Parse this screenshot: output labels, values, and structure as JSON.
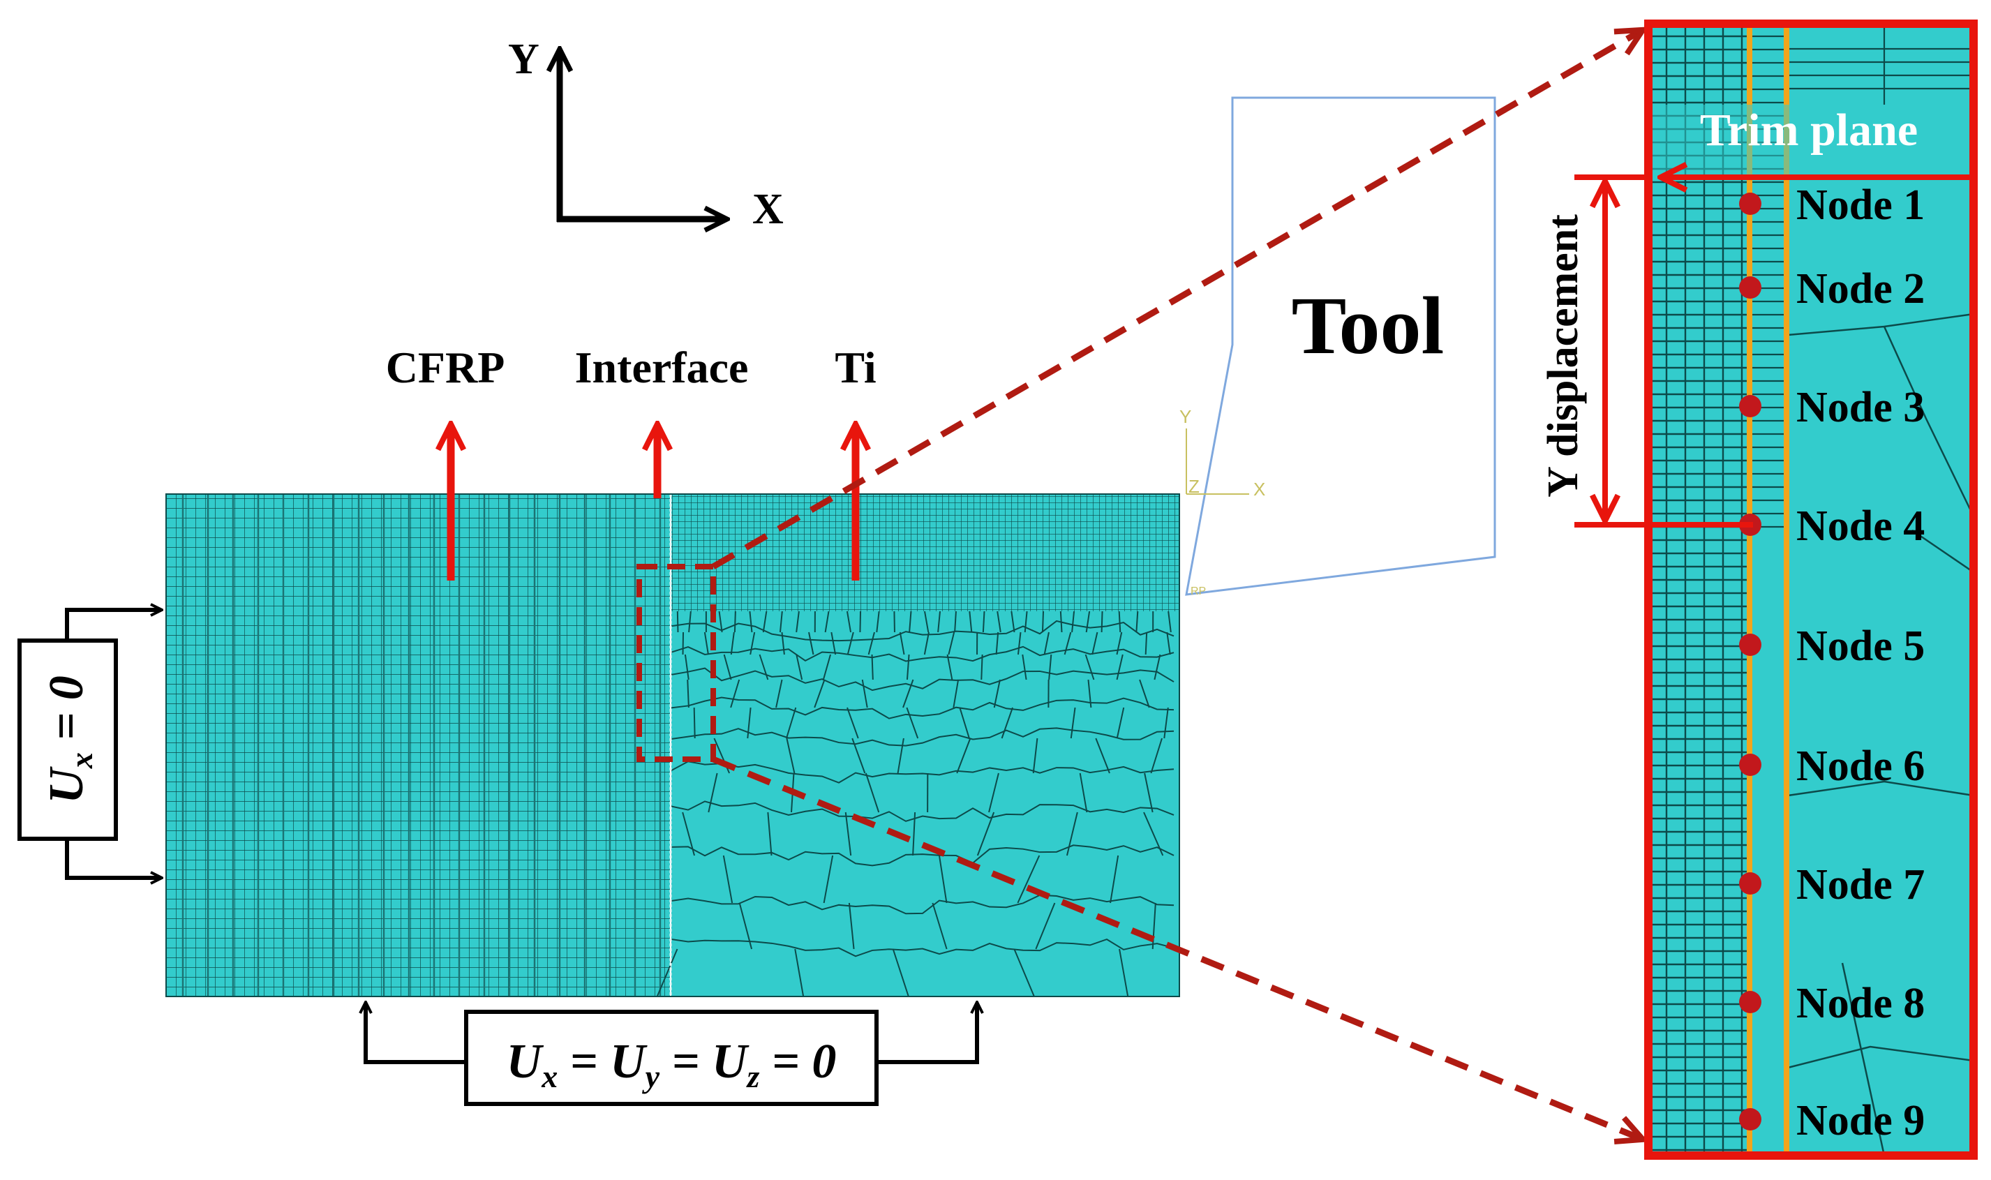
{
  "colors": {
    "mesh_fill": "#33cccc",
    "mesh_line": "#0c4a4a",
    "red": "#e8150d",
    "dark_red": "#b01b12",
    "orange": "#f2a51c",
    "tool_outline": "#7fa8de",
    "triad_yellow": "#c8c060",
    "black": "#000000"
  },
  "axes": {
    "y_label": "Y",
    "x_label": "X"
  },
  "materials": {
    "cfrp": "CFRP",
    "interface": "Interface",
    "ti": "Ti"
  },
  "tool": {
    "label": "Tool"
  },
  "triad": {
    "y": "Y",
    "z": "Z",
    "x": "X",
    "rp": "RP"
  },
  "boundary": {
    "left": {
      "symbol": "U",
      "sub": "x",
      "rest": " = 0"
    },
    "bottom": {
      "u": "U",
      "sx": "x",
      "sy": "y",
      "sz": "z",
      "eq": " = ",
      "zero": "0"
    }
  },
  "zoom": {
    "trim_plane": "Trim plane",
    "y_displacement": "Y displacement",
    "nodes": [
      "Node 1",
      "Node 2",
      "Node 3",
      "Node 4",
      "Node 5",
      "Node 6",
      "Node 7",
      "Node 8",
      "Node 9"
    ]
  }
}
